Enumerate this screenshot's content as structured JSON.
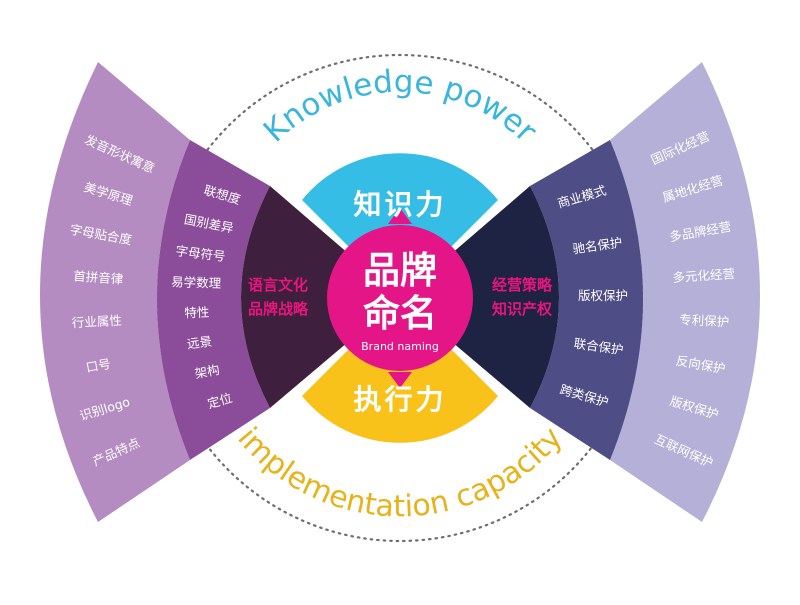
{
  "center": {
    "line1": "品牌",
    "line2": "命名",
    "subtitle": "Brand naming"
  },
  "top_label": "知识力",
  "bottom_label": "执行力",
  "arc_top_text": "Knowledge power",
  "arc_bottom_text": "implementation capacity",
  "left_inner": [
    "语言文化",
    "品牌战略"
  ],
  "right_inner": [
    "经营策略",
    "知识产权"
  ],
  "left_middle": [
    "联想度",
    "国别差异",
    "字母符号",
    "易学数理",
    "特性",
    "远景",
    "架构",
    "定位"
  ],
  "left_outer": [
    "发音形状寓意",
    "美学原理",
    "字母贴合度",
    "首拼音律",
    "行业属性",
    "口号",
    "识别logo",
    "产品特点"
  ],
  "right_middle": [
    "商业模式",
    "驰名保护",
    "版权保护",
    "联合保护",
    "跨类保护"
  ],
  "right_outer": [
    "国际化经营",
    "属地化经营",
    "多品牌经营",
    "多元化经营",
    "专利保护",
    "反向保护",
    "版权保护",
    "互联网保护"
  ],
  "colors": {
    "left_outer": "#b48cc2",
    "left_middle": "#8b4d9a",
    "left_inner": "#3e1f3e",
    "right_outer": "#b5b0d8",
    "right_middle": "#4e4d86",
    "right_inner": "#1e2344",
    "top_petal": "#35bde6",
    "bottom_petal": "#f8c21a",
    "center": "#e41687",
    "arc_top_text": "#3ab6dd",
    "arc_bottom_text": "#e8b21a",
    "dotted_ring": "#6e6e6e"
  }
}
